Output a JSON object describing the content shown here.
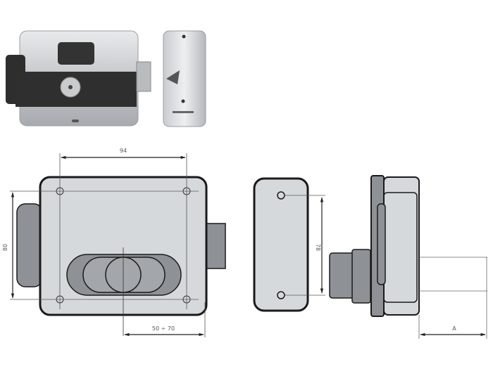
{
  "figure": {
    "photo": {
      "label": ""
    },
    "front_view": {
      "dim_width": "94",
      "dim_height": "80",
      "dim_backset": "50 ÷ 70"
    },
    "strike_view": {
      "dim_holes": "78"
    },
    "side_view": {
      "dim_a": "A"
    }
  },
  "colors": {
    "body_fill": "#d6d9dc",
    "outline": "#1a1a1a",
    "dark_grey": "#8e9296",
    "photo_black": "#2a2a2a"
  }
}
